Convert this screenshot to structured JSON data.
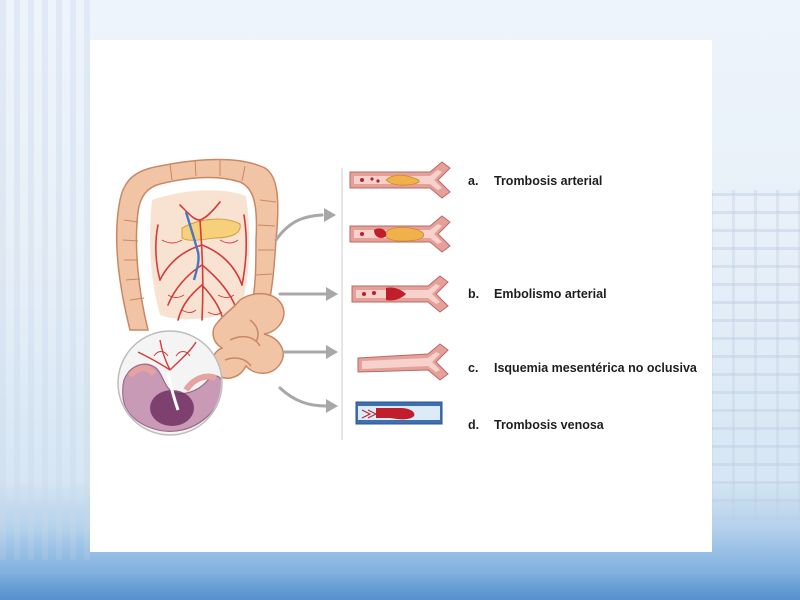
{
  "labels": [
    {
      "letter": "a.",
      "text": "Trombosis arterial"
    },
    {
      "letter": "b.",
      "text": "Embolismo arterial"
    },
    {
      "letter": "c.",
      "text": "Isquemia mesentérica no oclusiva"
    },
    {
      "letter": "d.",
      "text": "Trombosis venosa"
    }
  ],
  "colors": {
    "intestine_fill": "#f2c4a6",
    "intestine_stroke": "#c98864",
    "artery": "#d63a3a",
    "vessel_wall": "#e5a09a",
    "vessel_lumen": "#f7d2cc",
    "thrombus": "#f0b04a",
    "clot": "#c01e2a",
    "vein": "#6d9ad0",
    "arrow": "#a8a8a8"
  },
  "icons": {
    "arrow": "arrow-right-icon",
    "intestine": "intestine-illustration",
    "vessel": "blood-vessel-icon"
  }
}
